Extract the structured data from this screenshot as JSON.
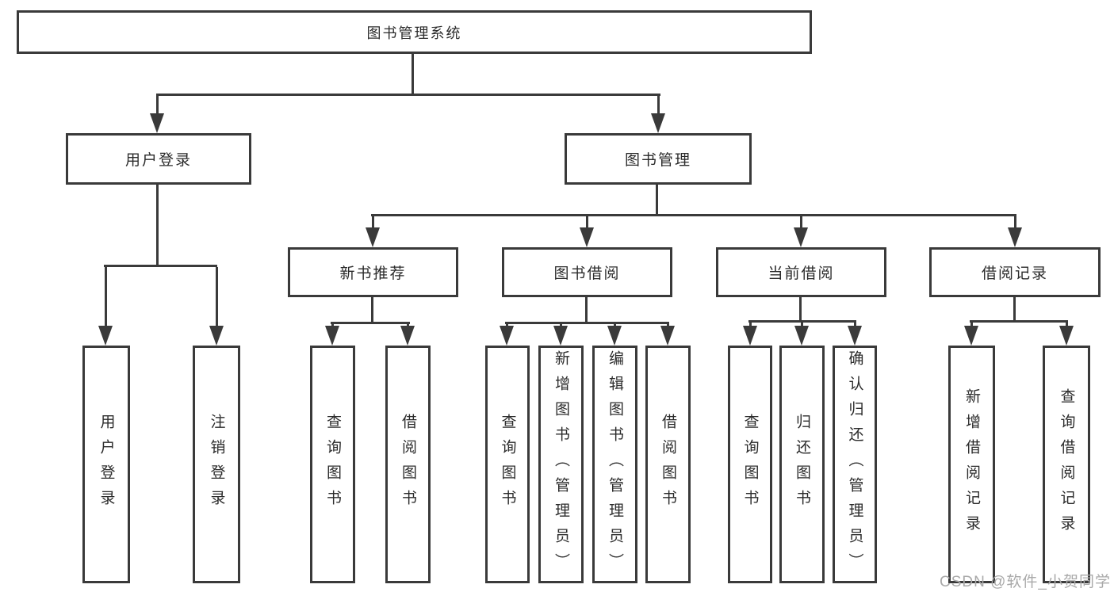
{
  "diagram": {
    "type": "tree-structure-chart",
    "root": {
      "label": "图书管理系统",
      "children": [
        {
          "label": "用户登录",
          "children": [
            {
              "label": "用户登录"
            },
            {
              "label": "注销登录"
            }
          ]
        },
        {
          "label": "图书管理",
          "children": [
            {
              "label": "新书推荐",
              "children": [
                {
                  "label": "查询图书"
                },
                {
                  "label": "借阅图书"
                }
              ]
            },
            {
              "label": "图书借阅",
              "children": [
                {
                  "label": "查询图书"
                },
                {
                  "label": "新增图书（管理员）"
                },
                {
                  "label": "编辑图书（管理员）"
                },
                {
                  "label": "借阅图书"
                }
              ]
            },
            {
              "label": "当前借阅",
              "children": [
                {
                  "label": "查询图书"
                },
                {
                  "label": "归还图书"
                },
                {
                  "label": "确认归还（管理员）"
                }
              ]
            },
            {
              "label": "借阅记录",
              "children": [
                {
                  "label": "新增借阅记录"
                },
                {
                  "label": "查询借阅记录"
                }
              ]
            }
          ]
        }
      ]
    }
  },
  "watermark": {
    "text": "CSDN @软件_小贺同学",
    "color": "#a9a9a9"
  },
  "colors": {
    "line": "#3a3a3a",
    "text": "#2b2b2b",
    "background": "#ffffff"
  }
}
